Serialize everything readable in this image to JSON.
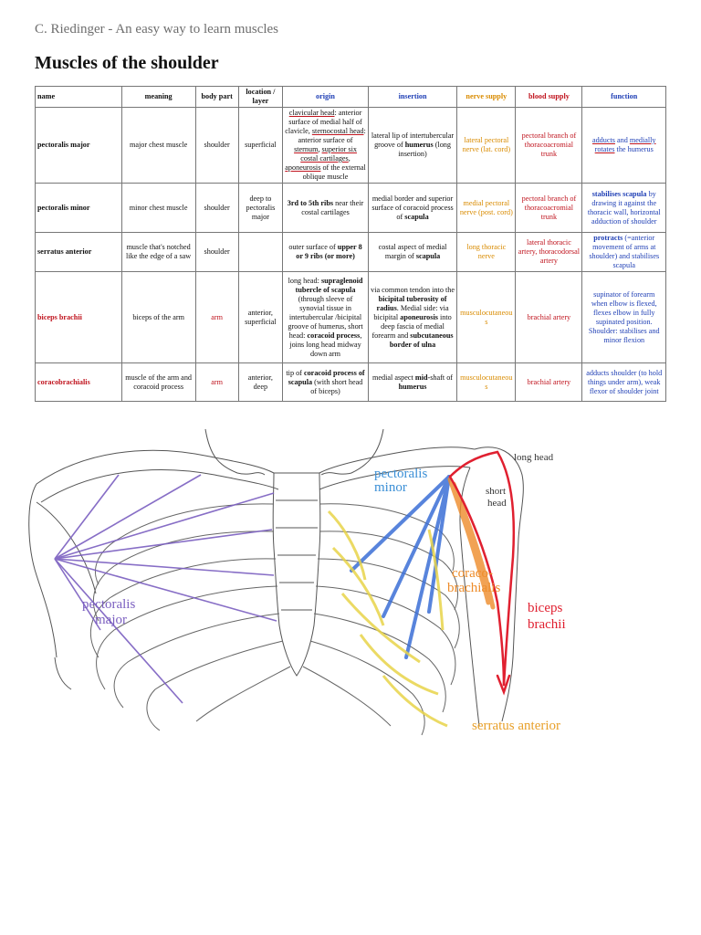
{
  "header": {
    "author": "C. Riedinger - An easy way to learn muscles",
    "title": "Muscles of the shoulder"
  },
  "table": {
    "columns": [
      "name",
      "meaning",
      "body part",
      "location / layer",
      "origin",
      "insertion",
      "nerve supply",
      "blood supply",
      "function"
    ],
    "rows": [
      {
        "name": "pectoralis major",
        "meaning": "major chest muscle",
        "body_part": "shoulder",
        "location": "superficial",
        "origin": [
          {
            "t": "clavicular head",
            "u": true
          },
          {
            "t": ": anterior surface of medial half of clavicle, "
          },
          {
            "t": "sternocostal head",
            "u": true
          },
          {
            "t": ": anterior surface of "
          },
          {
            "t": "sternum",
            "u": true
          },
          {
            "t": ", "
          },
          {
            "t": "superior six costal cartilages",
            "u": true
          },
          {
            "t": ", "
          },
          {
            "t": "aponeurosis",
            "u": true
          },
          {
            "t": " of the external oblique muscle"
          }
        ],
        "insertion": [
          {
            "t": "lateral lip of intertubercular groove of "
          },
          {
            "t": "humerus",
            "b": true
          },
          {
            "t": " (long insertion)"
          }
        ],
        "nerve": "lateral pectoral nerve (lat. cord)",
        "blood": "pectoral branch of thoracoacromial trunk",
        "function": [
          {
            "t": "adducts",
            "u": true
          },
          {
            "t": " and "
          },
          {
            "t": "medially rotates",
            "u": true
          },
          {
            "t": " the humerus"
          }
        ]
      },
      {
        "name": "pectoralis minor",
        "meaning": "minor chest muscle",
        "body_part": "shoulder",
        "location": "deep to pectoralis major",
        "origin": [
          {
            "t": "3rd to 5th ribs",
            "b": true
          },
          {
            "t": " near their costal cartilages"
          }
        ],
        "insertion": [
          {
            "t": "medial border and superior surface of coracoid process of "
          },
          {
            "t": "scapula",
            "b": true
          }
        ],
        "nerve": "medial pectoral nerve (post. cord)",
        "blood": "pectoral branch of thoracoacromial trunk",
        "function": [
          {
            "t": "stabilises scapula",
            "b": true
          },
          {
            "t": " by drawing it against the thoracic wall, horizontal adduction of shoulder"
          }
        ]
      },
      {
        "name": "serratus anterior",
        "meaning": "muscle that's notched like the edge of a saw",
        "body_part": "shoulder",
        "location": "",
        "origin": [
          {
            "t": "outer surface of "
          },
          {
            "t": "upper 8 or 9 ribs (or more)",
            "b": true
          }
        ],
        "insertion": [
          {
            "t": "costal aspect of medial margin of "
          },
          {
            "t": "scapula",
            "b": true
          }
        ],
        "nerve": "long thoracic nerve",
        "blood": "lateral thoracic artery, thoracodorsal artery",
        "function": [
          {
            "t": "protracts",
            "b": true
          },
          {
            "t": " (=anterior movement of arms at shoulder) and stabilises scapula"
          }
        ]
      },
      {
        "name": "biceps brachii",
        "meaning": "biceps of the arm",
        "body_part": "arm",
        "location": "anterior, superficial",
        "origin": [
          {
            "t": "long head: "
          },
          {
            "t": "supraglenoid tubercle of scapula",
            "b": true
          },
          {
            "t": " (through sleeve of synovial tissue in intertubercular /bicipital groove of humerus, short head: "
          },
          {
            "t": "coracoid process",
            "b": true
          },
          {
            "t": ", joins long head midway down arm"
          }
        ],
        "insertion": [
          {
            "t": "via common tendon into the "
          },
          {
            "t": "bicipital tuberosity of radius",
            "b": true
          },
          {
            "t": ". Medial side: via bicipital "
          },
          {
            "t": "aponeurosis",
            "b": true
          },
          {
            "t": " into deep fascia of medial forearm and "
          },
          {
            "t": "subcutaneous border of ulna",
            "b": true
          }
        ],
        "nerve": "musculocutaneous",
        "blood": "brachial artery",
        "function": [
          {
            "t": "supinator of forearm when elbow is flexed, flexes elbow in fully supinated position. Shoulder: stabilises and minor flexion"
          }
        ]
      },
      {
        "name": "coracobrachialis",
        "meaning": "muscle of the arm and coracoid process",
        "body_part": "arm",
        "location": "anterior, deep",
        "origin": [
          {
            "t": "tip of "
          },
          {
            "t": "coracoid process of scapula",
            "b": true
          },
          {
            "t": " (with short head of biceps)"
          }
        ],
        "insertion": [
          {
            "t": "medial aspect "
          },
          {
            "t": "mid-",
            "b": true
          },
          {
            "t": "shaft of "
          },
          {
            "t": "humerus",
            "b": true
          }
        ],
        "nerve": "musculocutaneous",
        "blood": "brachial artery",
        "function": [
          {
            "t": "adducts shoulder (to hold things under arm), weak flexor of shoulder joint"
          }
        ]
      }
    ]
  },
  "diagram": {
    "labels": {
      "long_head": "long head",
      "short_head_1": "short",
      "short_head_2": "head",
      "pec_minor_1": "pectoralis",
      "pec_minor_2": "minor",
      "coraco_1": "coraco-",
      "coraco_2": "brachialis",
      "pec_major_1": "pectoralis",
      "pec_major_2": "major",
      "biceps_1": "biceps",
      "biceps_2": "brachii",
      "serratus": "serratus anterior"
    },
    "colors": {
      "pectoralis_major": "#7b5fc0",
      "pectoralis_minor": "#3b6fd6",
      "coracobrachialis": "#ee8c2a",
      "biceps": "#e02030",
      "serratus": "#e8d44a",
      "bone": "#555555"
    }
  }
}
